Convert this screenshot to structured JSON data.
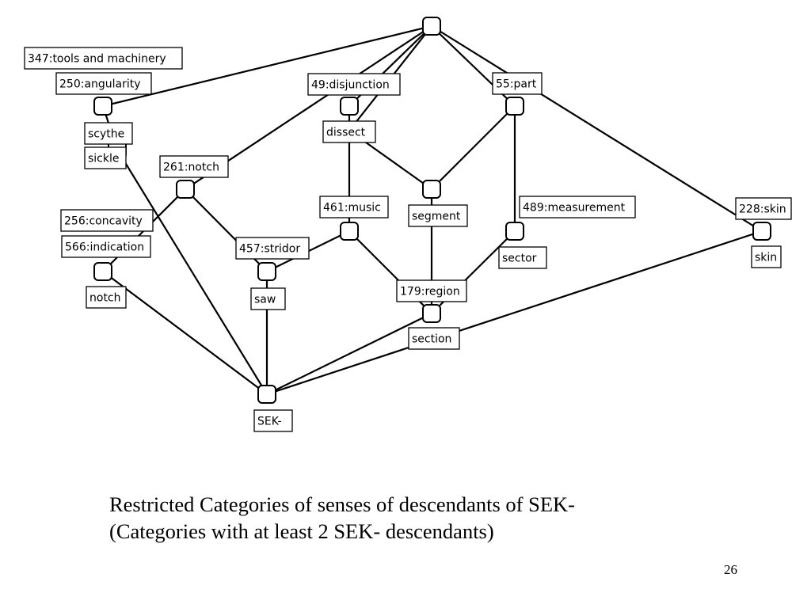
{
  "diagram": {
    "nodes": {
      "top": [],
      "n250": [
        "347:tools and machinery",
        "250:angularity"
      ],
      "n49": [
        "49:disjunction"
      ],
      "n55": [
        "55:part"
      ],
      "scythe": [
        "scythe",
        "sickle"
      ],
      "dissect": [
        "dissect"
      ],
      "n261": [
        "261:notch"
      ],
      "segment": [
        "segment"
      ],
      "n461": [
        "461:music"
      ],
      "n489": [
        "489:measurement",
        "sector"
      ],
      "n228": [
        "228:skin",
        "skin"
      ],
      "notch": [
        "256:concavity",
        "566:indication",
        "notch"
      ],
      "saw": [
        "457:stridor",
        "saw"
      ],
      "section": [
        "179:region",
        "section"
      ],
      "sek": [
        "SEK-"
      ]
    },
    "edges": [
      [
        "top",
        "n250"
      ],
      [
        "top",
        "n49"
      ],
      [
        "top",
        "dissect"
      ],
      [
        "top",
        "n55"
      ],
      [
        "top",
        "n261"
      ],
      [
        "top",
        "n228"
      ],
      [
        "n250",
        "scythe"
      ],
      [
        "n49",
        "dissect"
      ],
      [
        "n55",
        "segment"
      ],
      [
        "n55",
        "n489"
      ],
      [
        "n261",
        "notch"
      ],
      [
        "n261",
        "saw"
      ],
      [
        "dissect",
        "segment"
      ],
      [
        "dissect",
        "n461"
      ],
      [
        "n461",
        "saw"
      ],
      [
        "n461",
        "section"
      ],
      [
        "segment",
        "section"
      ],
      [
        "n489",
        "section"
      ],
      [
        "scythe",
        "sek"
      ],
      [
        "notch",
        "sek"
      ],
      [
        "saw",
        "sek"
      ],
      [
        "section",
        "sek"
      ],
      [
        "n228",
        "sek"
      ]
    ]
  },
  "caption": {
    "line1": "Restricted Categories of senses of descendants of SEK-",
    "line2": "(Categories with at least 2 SEK- descendants)"
  },
  "page_number": "26"
}
